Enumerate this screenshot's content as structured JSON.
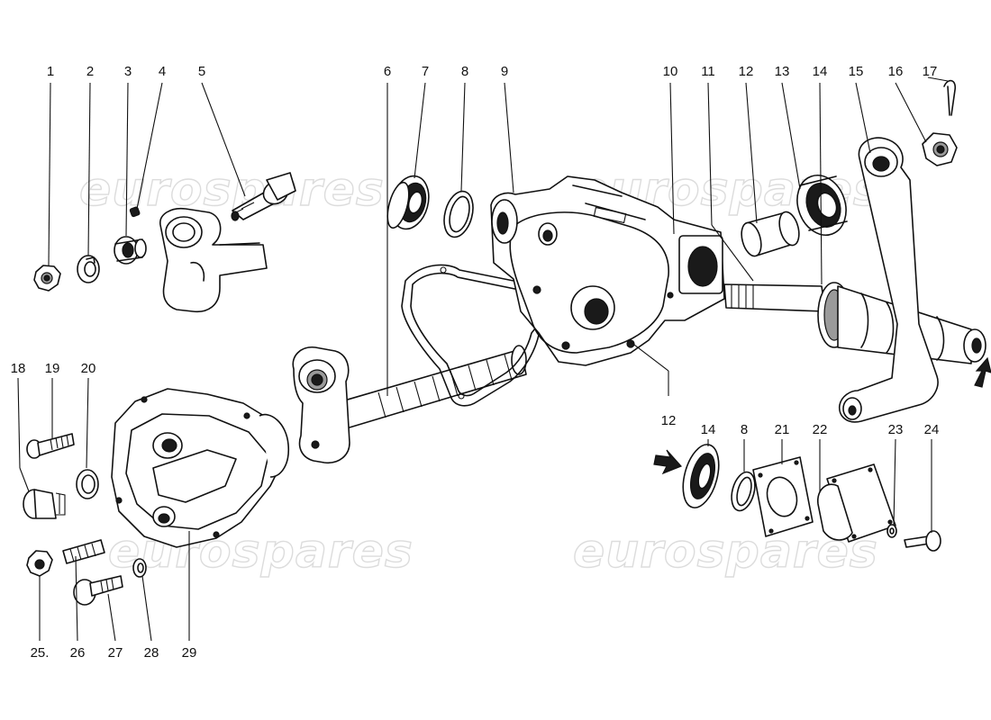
{
  "watermark": {
    "text": "eurospares"
  },
  "callouts": [
    {
      "id": "c1",
      "label": "1"
    },
    {
      "id": "c2",
      "label": "2"
    },
    {
      "id": "c3",
      "label": "3"
    },
    {
      "id": "c4",
      "label": "4"
    },
    {
      "id": "c5",
      "label": "5"
    },
    {
      "id": "c6",
      "label": "6"
    },
    {
      "id": "c7",
      "label": "7"
    },
    {
      "id": "c8",
      "label": "8"
    },
    {
      "id": "c9",
      "label": "9"
    },
    {
      "id": "c10",
      "label": "10"
    },
    {
      "id": "c11",
      "label": "11"
    },
    {
      "id": "c12",
      "label": "12"
    },
    {
      "id": "c13",
      "label": "13"
    },
    {
      "id": "c14",
      "label": "14"
    },
    {
      "id": "c15",
      "label": "15"
    },
    {
      "id": "c16",
      "label": "16"
    },
    {
      "id": "c17",
      "label": "17"
    },
    {
      "id": "c18",
      "label": "18"
    },
    {
      "id": "c19",
      "label": "19"
    },
    {
      "id": "c20",
      "label": "20"
    },
    {
      "id": "c12b",
      "label": "12"
    },
    {
      "id": "c14b",
      "label": "14"
    },
    {
      "id": "c8b",
      "label": "8"
    },
    {
      "id": "c21",
      "label": "21"
    },
    {
      "id": "c22",
      "label": "22"
    },
    {
      "id": "c23",
      "label": "23"
    },
    {
      "id": "c24",
      "label": "24"
    },
    {
      "id": "c25",
      "label": "25."
    },
    {
      "id": "c26",
      "label": "26"
    },
    {
      "id": "c27",
      "label": "27"
    },
    {
      "id": "c28",
      "label": "28"
    },
    {
      "id": "c29",
      "label": "29"
    }
  ]
}
